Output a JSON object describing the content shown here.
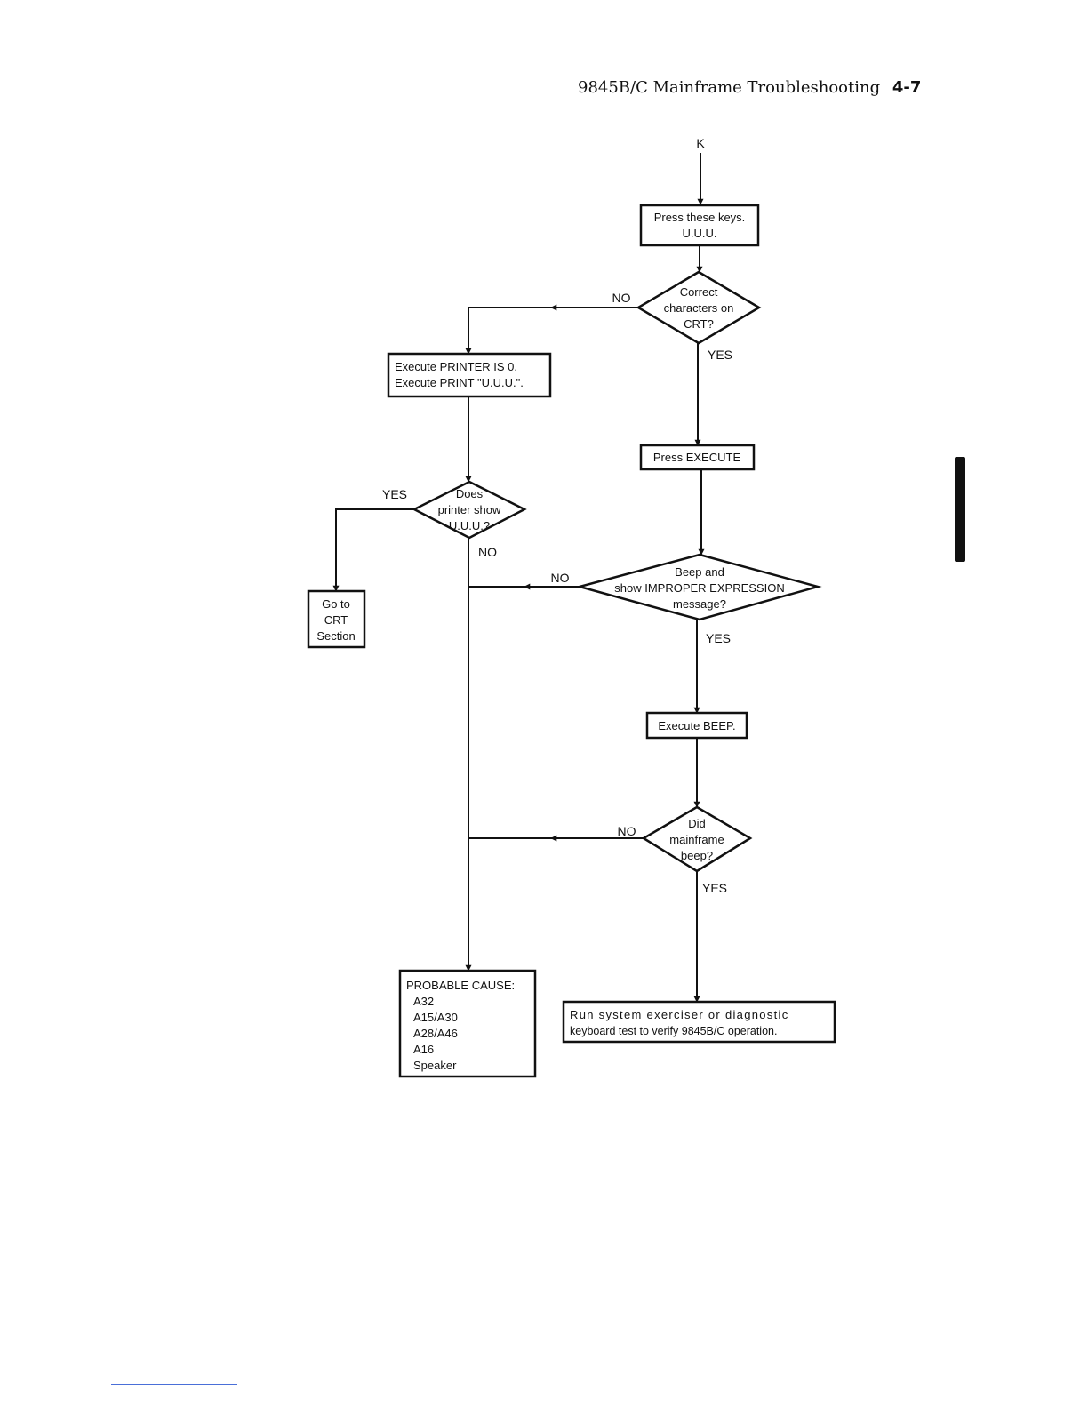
{
  "header": {
    "title": "9845B/C Mainframe Troubleshooting",
    "page_number": "4-7"
  },
  "flowchart": {
    "entry_connector": "K",
    "press_keys": [
      "Press these keys.",
      "U.U.U."
    ],
    "correct_chars": [
      "Correct",
      "characters on",
      "CRT?"
    ],
    "execute_printer": [
      "Execute PRINTER IS 0.",
      "Execute PRINT \"U.U.U.\"."
    ],
    "press_execute": "Press EXECUTE",
    "printer_show": [
      "Does",
      "printer show",
      "U.U.U.?"
    ],
    "go_to_crt": [
      "Go to",
      "CRT",
      "Section"
    ],
    "beep_improper": [
      "Beep and",
      "show IMPROPER EXPRESSION",
      "message?"
    ],
    "execute_beep": "Execute BEEP.",
    "did_beep": [
      "Did",
      "mainframe",
      "beep?"
    ],
    "probable_cause": [
      "PROBABLE CAUSE:",
      "A32",
      "A15/A30",
      "A28/A46",
      "A16",
      "Speaker"
    ],
    "run_exerciser": [
      "Run system exerciser or diagnostic",
      "keyboard test to verify 9845B/C operation."
    ],
    "labels": {
      "yes": "YES",
      "no": "NO"
    }
  }
}
